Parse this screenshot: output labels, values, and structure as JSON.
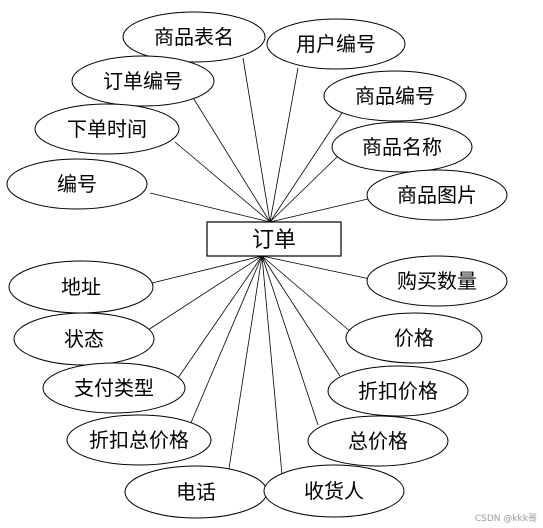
{
  "diagram": {
    "entity": "订单",
    "attributes": [
      "商品表名",
      "用户编号",
      "订单编号",
      "商品编号",
      "下单时间",
      "商品名称",
      "编号",
      "商品图片",
      "地址",
      "购买数量",
      "状态",
      "价格",
      "支付类型",
      "折扣价格",
      "折扣总价格",
      "总价格",
      "电话",
      "收货人"
    ]
  },
  "watermark": "CSDN @kkk哥"
}
